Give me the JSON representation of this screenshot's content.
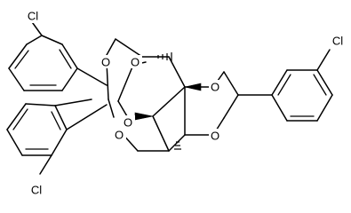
{
  "atom_labels": {
    "chlorine_1": "Cl",
    "chlorine_2": "Cl",
    "chlorine_3": "Cl",
    "oxygen": "O"
  },
  "colors": {
    "bond": "#000000",
    "background": "#ffffff"
  }
}
